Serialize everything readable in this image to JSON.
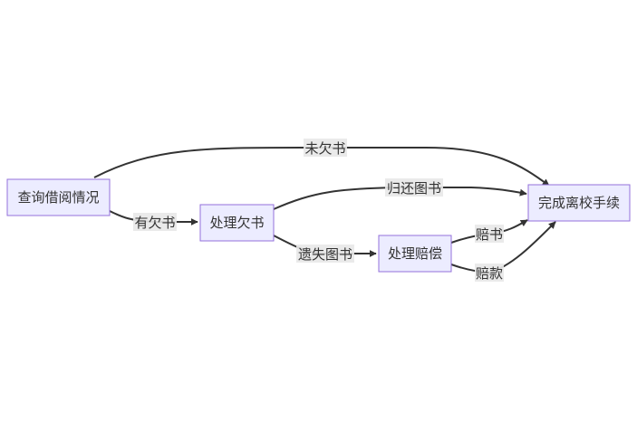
{
  "nodes": {
    "query": "查询借阅情况",
    "overdue": "处理欠书",
    "compensation": "处理赔偿",
    "complete": "完成离校手续"
  },
  "edges": {
    "no_overdue": "未欠书",
    "has_overdue": "有欠书",
    "return_books": "归还图书",
    "lost_books": "遗失图书",
    "compensate_books": "赔书",
    "compensate_money": "赔款"
  },
  "colors": {
    "node_fill": "#ececff",
    "node_stroke": "#9370db",
    "edge": "#333333",
    "label_bg": "#e8e8e8"
  }
}
